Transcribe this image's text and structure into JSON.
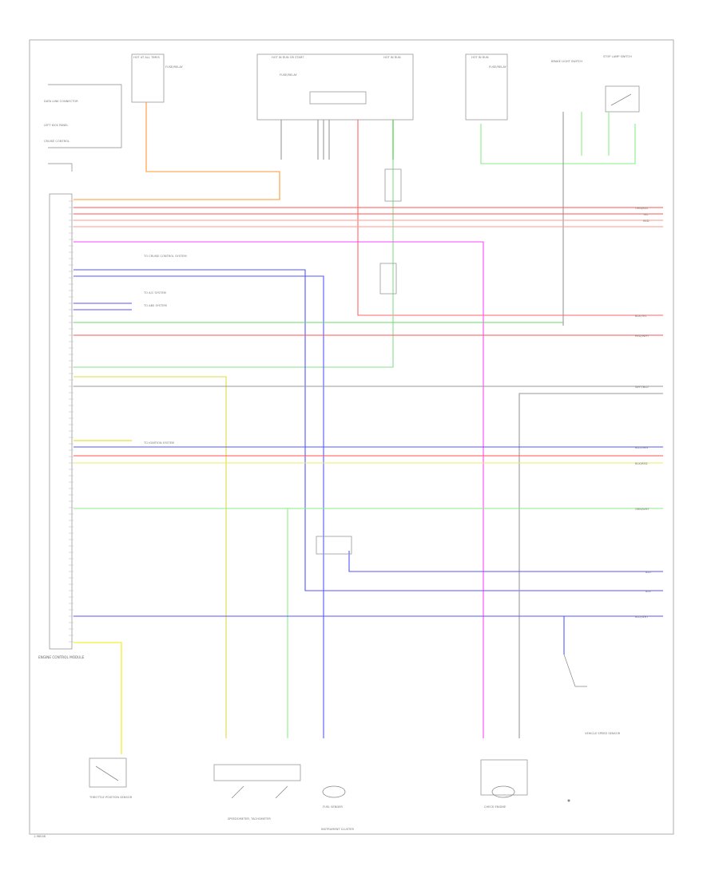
{
  "diagram": {
    "footer_id": "1-98046",
    "title_ecm": "ENGINE CONTROL MODULE",
    "cluster_label": "INSTRUMENT CLUSTER",
    "speedometer_label": "SPEEDOMETER, TACHOMETER",
    "vss_label": "VEHICLE SPEED SENSOR",
    "throttle_label": "THROTTLE POSITION SENSOR",
    "low_fuel_label": "FUEL SENDER",
    "check_engine_label": "CHECK ENGINE",
    "fuse_labels": [
      "HOT AT ALL TIMES",
      "HOT IN RUN OR START",
      "HOT IN RUN",
      "HOT IN RUN"
    ],
    "fuse_names": [
      "FUSE/RELAY",
      "FUSE/RELAY",
      "FUSE/RELAY",
      "BRAKE LIGHT SWITCH",
      "STOP LAMP SWITCH"
    ],
    "top_left_labels": [
      "DATA LINK CONNECTOR",
      "LEFT KICK PANEL",
      "CRUISE CONTROL"
    ],
    "side_notes": [
      "TO CRUISE CONTROL SYSTEM",
      "TO A/C SYSTEM",
      "TO ABS SYSTEM",
      "TO IGNITION SYSTEM"
    ],
    "right_tags": [
      "ORN/BLU",
      "YEL",
      "RED",
      "BLK/YEL",
      "RED/WHT",
      "WHT/BLU",
      "BLU/GRN",
      "BLK/RED",
      "BLU",
      "BLK",
      "GRN/WHT",
      "BLU/WHT"
    ],
    "wire_colors": {
      "red": "#ff4d4d",
      "pink": "#ff9999",
      "magenta": "#ff33ff",
      "blue": "#3333ff",
      "lightblue": "#6666ff",
      "green": "#33cc33",
      "lightgreen": "#88ee88",
      "yellow": "#dddd00",
      "orange": "#ff9933",
      "gray": "#999999"
    }
  }
}
